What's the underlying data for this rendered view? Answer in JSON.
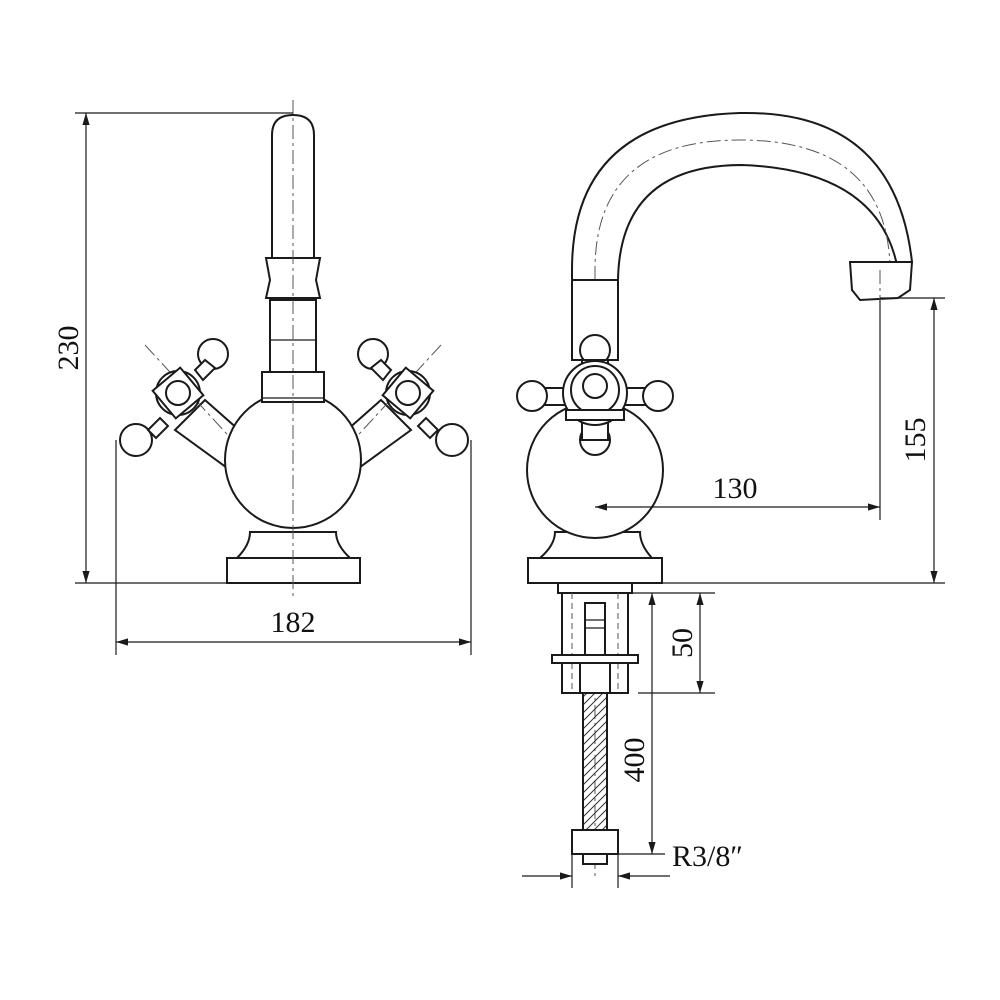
{
  "dimensions": {
    "overall_height": "230",
    "overall_width": "182",
    "spout_reach": "130",
    "spout_height": "155",
    "shank_length": "50",
    "hose_length": "400",
    "connection_thread": "R3/8″"
  }
}
